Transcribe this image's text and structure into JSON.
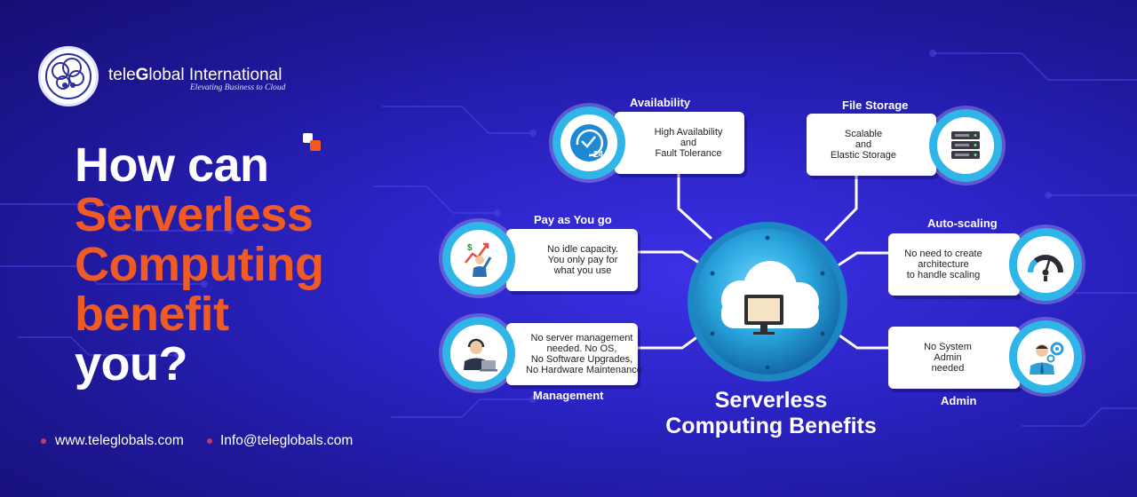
{
  "brand": {
    "name_prefix": "tele",
    "name_bold": "G",
    "name_suffix": "lobal International",
    "tagline": "Elevating Business to Cloud"
  },
  "headline": {
    "line1": "How can",
    "line2": "Serverless",
    "line3": "Computing",
    "line4": "benefit",
    "line5": "you?"
  },
  "contact": {
    "website": "www.teleglobals.com",
    "email": "Info@teleglobals.com"
  },
  "center": {
    "title_line1": "Serverless",
    "title_line2": "Computing Benefits"
  },
  "benefits": {
    "availability": {
      "label": "Availability",
      "lines": [
        "High Availability",
        "and",
        "Fault Tolerance"
      ],
      "icon": "clock-24-icon"
    },
    "file_storage": {
      "label": "File Storage",
      "lines": [
        "Scalable",
        "and",
        "Elastic Storage"
      ],
      "icon": "server-stack-icon"
    },
    "pay_as_you_go": {
      "label": "Pay as You go",
      "lines": [
        "No idle capacity.",
        "You only pay for",
        "what you use"
      ],
      "icon": "businessman-growth-icon"
    },
    "auto_scaling": {
      "label": "Auto-scaling",
      "lines": [
        "No need to create",
        "architecture",
        "to handle scaling"
      ],
      "icon": "gauge-icon"
    },
    "management": {
      "label": "Management",
      "lines": [
        "No server management",
        "needed. No OS,",
        "No Software Upgrades,",
        "No Hardware Maintenance"
      ],
      "icon": "support-agent-icon"
    },
    "admin": {
      "label": "Admin",
      "lines": [
        "No System",
        "Admin",
        "needed"
      ],
      "icon": "admin-gear-icon"
    }
  },
  "colors": {
    "background": "#2b23c4",
    "accent_orange": "#f05a23",
    "ring_blue": "#2fb5e8",
    "card_white": "#ffffff"
  }
}
